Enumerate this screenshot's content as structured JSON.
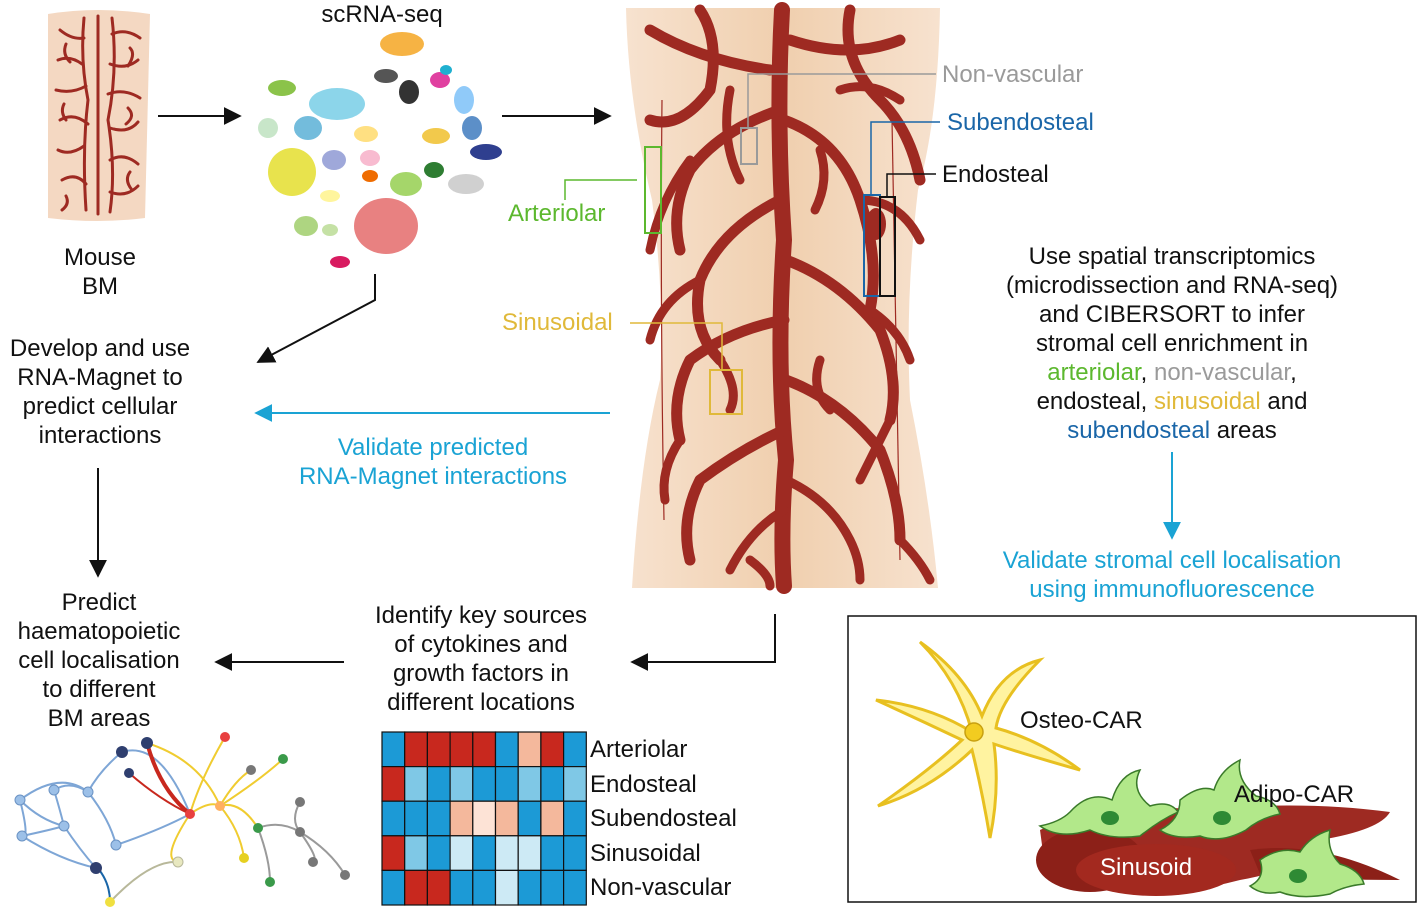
{
  "mouse_bm": {
    "line1": "Mouse",
    "line2": "BM"
  },
  "scrna_title": "scRNA-seq",
  "develop": {
    "l1": "Develop and use",
    "l2": "RNA-Magnet to",
    "l3": "predict cellular",
    "l4": "interactions"
  },
  "validate_rna": {
    "l1": "Validate predicted",
    "l2": "RNA-Magnet interactions"
  },
  "predict": {
    "l1": "Predict",
    "l2": "haematopoietic",
    "l3": "cell localisation",
    "l4": "to different",
    "l5": "BM areas"
  },
  "identify": {
    "l1": "Identify key sources",
    "l2": "of cytokines and",
    "l3": "growth factors in",
    "l4": "different locations"
  },
  "bone_labels": {
    "nonvascular": "Non-vascular",
    "subendosteal": "Subendosteal",
    "endosteal": "Endosteal",
    "arteriolar": "Arteriolar",
    "sinusoidal": "Sinusoidal"
  },
  "spatial": {
    "l1": "Use spatial transcriptomics",
    "l2": "(microdissection and RNA-seq)",
    "l3": "and CIBERSORT to infer",
    "l4": "stromal cell enrichment in",
    "l5_a": "arteriolar",
    "l5_b": ", ",
    "l5_c": "non-vascular",
    "l5_d": ",",
    "l6_a": "endosteal, ",
    "l6_b": "sinusoidal",
    "l6_c": " and",
    "l7_a": "subendosteal",
    "l7_b": " areas"
  },
  "validate_stromal": {
    "l1": "Validate stromal cell localisation",
    "l2": "using immunofluorescence"
  },
  "cells": {
    "osteo": "Osteo-CAR",
    "adipo": "Adipo-CAR",
    "sinusoid": "Sinusoid"
  },
  "heatmap": {
    "rows": [
      "Arteriolar",
      "Endosteal",
      "Subendosteal",
      "Sinusoidal",
      "Non-vascular"
    ],
    "colors": {
      "blue": "#1c9ad6",
      "red": "#c8281e",
      "light_blue": "#7fc8e6",
      "pale_blue": "#cdeaf5",
      "peach": "#f4b89c",
      "pale_peach": "#fde3d6"
    },
    "cells": [
      [
        "blue",
        "red",
        "red",
        "red",
        "red",
        "blue",
        "peach",
        "red",
        "blue"
      ],
      [
        "red",
        "light_blue",
        "blue",
        "light_blue",
        "blue",
        "blue",
        "light_blue",
        "blue",
        "light_blue"
      ],
      [
        "blue",
        "blue",
        "blue",
        "peach",
        "pale_peach",
        "peach",
        "blue",
        "peach",
        "blue"
      ],
      [
        "red",
        "light_blue",
        "blue",
        "pale_blue",
        "blue",
        "pale_blue",
        "pale_blue",
        "blue",
        "blue"
      ],
      [
        "blue",
        "red",
        "red",
        "blue",
        "blue",
        "pale_blue",
        "blue",
        "blue",
        "blue"
      ]
    ]
  },
  "colors": {
    "vessel": "#9e2a22",
    "bone_bg": "#f5dcc6",
    "cyan": "#1aa3d4",
    "arteriolar": "#5cb82e",
    "nonvascular": "#9a9a9a",
    "sinusoidal": "#e0b93a",
    "subendosteal": "#1a66a8",
    "osteo_cell": "#f6d840",
    "adipo_cell": "#8ad95a"
  }
}
